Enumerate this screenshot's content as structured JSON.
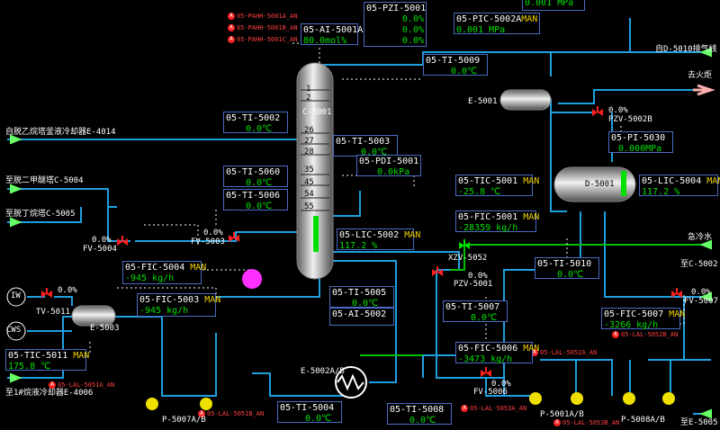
{
  "alarms": {
    "a1": "05-PAHH-5001A_AN",
    "a2": "05-PAHH-5001B_AN",
    "a3": "05-PAHH-5001C_AN",
    "a4": "05-LAL-5051A_AN",
    "a5": "05-LAL-5051B_AN",
    "a6": "05-LAL-5053A_AN",
    "a7": "05-LAL-5052A_AN",
    "a8": "05-LAL-5053B_AN",
    "a9": "05-LAL-5052B_AN"
  },
  "tags": {
    "pzi5001": {
      "tag": "05-PZI-5001",
      "v1": "0.0%",
      "v2": "0.0%",
      "v3": "0.0%"
    },
    "ai5001a": {
      "tag": "05-AI-5001A",
      "value": "80.0mol%"
    },
    "pic5002": {
      "tag": "05-PIC-5002A",
      "mode": "MAN",
      "value": "0.001  MPa"
    },
    "top_right": {
      "value": "0.001   MPa"
    },
    "ti5009": {
      "tag": "05-TI-5009",
      "value": "0.0℃"
    },
    "ti5002": {
      "tag": "05-TI-5002",
      "value": "0.0℃"
    },
    "ti5003": {
      "tag": "05-TI-5003",
      "value": "0.0℃"
    },
    "pdi5001": {
      "tag": "05-PDI-5001",
      "value": "0.0kPa"
    },
    "ti5060": {
      "tag": "05-TI-5060",
      "value": "0.0℃"
    },
    "ti5006": {
      "tag": "05-TI-5006",
      "value": "0.0℃"
    },
    "pi5030": {
      "tag": "05-PI-5030",
      "value": "0.000MPa"
    },
    "tic5001": {
      "tag": "05-TIC-5001",
      "mode": "MAN",
      "value": "-25.8  ℃"
    },
    "fic5001": {
      "tag": "05-FIC-5001",
      "mode": "MAN",
      "value": "-28359 kg/h"
    },
    "lic5002": {
      "tag": "05-LIC-5002",
      "mode": "MAN",
      "value": "117.2   %"
    },
    "lic5004": {
      "tag": "05-LIC-5004",
      "mode": "MAN",
      "value": "117.2  %"
    },
    "ti5010": {
      "tag": "05-TI-5010",
      "value": "0.0℃"
    },
    "fic5004": {
      "tag": "05-FIC-5004",
      "mode": "MAN",
      "value": "-945    kg/h"
    },
    "fic5003": {
      "tag": "05-FIC-5003",
      "mode": "MAN",
      "value": "-945    kg/h"
    },
    "ti5005": {
      "tag": "05-TI-5005",
      "value": "0.0℃"
    },
    "ai5002": {
      "tag": "05-AI-5002",
      "value": ""
    },
    "ti5007": {
      "tag": "05-TI-5007",
      "value": "0.0℃"
    },
    "fic5007": {
      "tag": "05-FIC-5007",
      "mode": "MAN",
      "value": "-3266   kg/h"
    },
    "tic5011": {
      "tag": "05-TIC-5011",
      "mode": "MAN",
      "value": "175.8  ℃"
    },
    "fic5006": {
      "tag": "05-FIC-5006",
      "mode": "MAN",
      "value": "-3473   kg/h"
    },
    "ti5004": {
      "tag": "05-TI-5004",
      "value": "0.0℃"
    },
    "ti5008": {
      "tag": "05-TI-5008",
      "value": "0.0℃"
    }
  },
  "equipment": {
    "c5001": "C-5001",
    "trays": [
      "1",
      "2",
      "26",
      "27",
      "28",
      "35",
      "45",
      "54",
      "55"
    ],
    "e5001": "E-5001",
    "d5001": "D-5001",
    "e5003": "E-5003",
    "e5002": "E-5002A/B",
    "p5007": "P-5007A/B",
    "p5001": "P-5001A/B",
    "p5008": "P-5008A/B",
    "iw": "IW",
    "cws": "CWS"
  },
  "valves": {
    "pzv5002b": {
      "name": "PZV-5002B",
      "pct": "0.0%"
    },
    "fv5004": {
      "name": "FV-5004",
      "pct": "0.0%"
    },
    "fv5003": {
      "name": "FV-5003",
      "pct": "0.0%"
    },
    "tv5011": {
      "name": "TV-5011",
      "pct": "0.0%"
    },
    "xzv5052": {
      "name": "XZV-5052"
    },
    "pzv5001": {
      "name": "PZV-5001",
      "pct": "0.0%"
    },
    "fv5006": {
      "name": "FV-5006",
      "pct": "0.0%"
    },
    "fv5007": {
      "name": "FV-5007",
      "pct": "0.0%"
    }
  },
  "streams": {
    "from_e4014": "自脱乙烷塔釜液冷却器E-4014",
    "to_c5004": "至脱二甲醚塔C-5004",
    "to_c5005": "至脱丁烷塔C-5005",
    "to_e4006": "至1#烷液冷却器E-4006",
    "from_d5010": "自D-5010排气线",
    "to_flare": "去火炬",
    "quench": "急冷水",
    "to_c5002": "至C-5002",
    "to_e5005": "至E-5005"
  },
  "colors": {
    "pipe_blue": "#1ea0e0",
    "pipe_green": "#00c000",
    "tag_border": "#4a6cc4",
    "value_green": "#00e000",
    "mode_yellow": "#f0d000",
    "alarm_red": "#ff2020"
  }
}
